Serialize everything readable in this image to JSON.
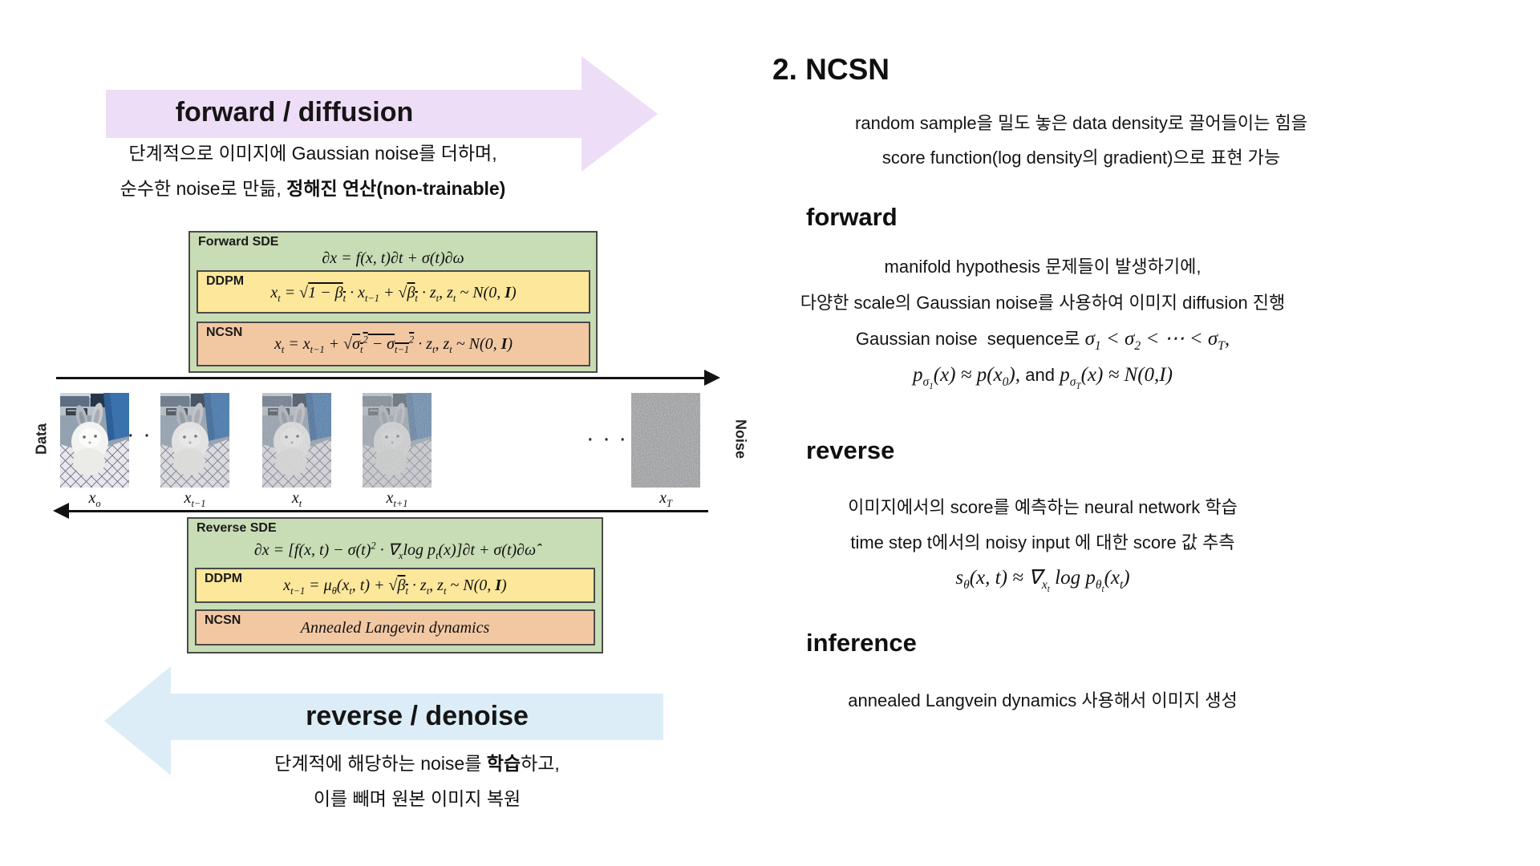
{
  "colors": {
    "arrow_purple": "#eeddf7",
    "arrow_blue": "#dcedf8",
    "box_green": "#c8dcb5",
    "box_yellow": "#fce79b",
    "box_orange": "#f2c8a3"
  },
  "left": {
    "forward_arrow": {
      "label": "forward / diffusion"
    },
    "forward_desc": {
      "line1": "단계적으로 이미지에 Gaussian noise를 더하며,",
      "line2_html": "순수한 noise로 만듦, <b>정해진 연산(non-trainable)</b>"
    },
    "forward_sde": {
      "title": "Forward SDE",
      "equation_html": "∂x = f(x, t)∂t + σ(t)∂ω",
      "ddpm": {
        "label": "DDPM",
        "equation_html": "x<sub>t</sub> = √<span class=\"ol\">1 − β<sub>t</sub></span> · x<sub>t−1</sub> + √<span class=\"ol\">β<sub>t</sub></span> · z<sub>t</sub>, z<sub>t</sub> ~ N(0, <b>I</b>)"
      },
      "ncsn": {
        "label": "NCSN",
        "equation_html": "x<sub>t</sub> = x<sub>t−1</sub> + √<span class=\"ol\">σ<sub>t</sub><sup>2</sup> − σ<sub>t−1</sub><sup>2</sup></span> · z<sub>t</sub>, z<sub>t</sub> ~ N(0, <b>I</b>)"
      }
    },
    "timeline": {
      "data_label": "Data",
      "noise_label": "Noise",
      "dots": "· · ·",
      "items": [
        {
          "label_html": "x<sub>o</sub>"
        },
        {
          "label_html": "x<sub>t−1</sub>"
        },
        {
          "label_html": "x<sub>t</sub>"
        },
        {
          "label_html": "x<sub>t+1</sub>"
        },
        {
          "label_html": "x<sub>T</sub>"
        }
      ]
    },
    "reverse_sde": {
      "title": "Reverse SDE",
      "equation_html": "∂x = [f(x, t) − σ(t)<sup>2</sup> · ∇<sub>x</sub>log p<sub>t</sub>(x)]∂t + σ(t)∂ω̂",
      "ddpm": {
        "label": "DDPM",
        "equation_html": "x<sub>t−1</sub> = μ<sub>θ</sub>(x<sub>t</sub>, t) + √<span class=\"ol\">β<sub>t</sub></span> · z<sub>t</sub>, z<sub>t</sub> ~ N(0, <b>I</b>)"
      },
      "ncsn": {
        "label": "NCSN",
        "equation_html": "Annealed Langevin dynamics"
      }
    },
    "reverse_arrow": {
      "label": "reverse / denoise"
    },
    "reverse_desc": {
      "line1_html": "단계적에 해당하는 noise를 <b>학습</b>하고,",
      "line2": "이를 빼며 원본 이미지 복원"
    }
  },
  "right": {
    "title": "2. NCSN",
    "intro": {
      "line1": "random sample을 밀도 놓은 data density로 끌어들이는 힘을",
      "line2": "score function(log density의 gradient)으로 표현 가능"
    },
    "sections": [
      {
        "heading": "forward",
        "lines": [
          "manifold hypothesis 문제들이 발생하기에,",
          "다양한 scale의 Gaussian noise를 사용하여 이미지 diffusion 진행",
          "Gaussian noise&nbsp; sequence로 <span class=\"m\">σ<sub>1</sub> &lt; σ<sub>2</sub> &lt; ⋯ &lt; σ<sub>T</sub>,</span>",
          "<span class=\"m\">p<sub>σ<sub>1</sub></sub>(x) ≈ p(x<sub>0</sub>), <span class=\"plain\">and</span> p<sub>σ<sub>T</sub></sub>(x) ≈ N(0,I)</span>"
        ]
      },
      {
        "heading": "reverse",
        "lines": [
          "이미지에서의 score를 예측하는 neural network 학습",
          "time step t에서의 noisy input 에 대한 score 값 추측",
          "<span class=\"m\">s<sub>θ</sub>(x, t) ≈ ∇<sub>x<sub>t</sub></sub> log p<sub>θ<sub>t</sub></sub>(x<sub>t</sub>)</span>"
        ]
      },
      {
        "heading": "inference",
        "lines": [
          "annealed Langvein dynamics 사용해서 이미지 생성"
        ]
      }
    ]
  }
}
